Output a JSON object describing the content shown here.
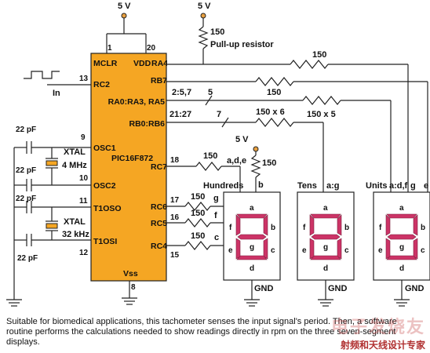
{
  "supply": {
    "v1": "5 V",
    "v2": "5 V",
    "v3": "5 V"
  },
  "chip": {
    "name": "PIC16F872",
    "pins_left": [
      "MCLR",
      "RC2",
      "OSC1",
      "OSC2",
      "T1OSO",
      "T1OSI"
    ],
    "pins_right": [
      "VDD",
      "RA4",
      "RB7",
      "RA0:RA3, RA5",
      "RB0:RB6",
      "RC7",
      "RC6",
      "RC5",
      "RC4"
    ],
    "vss": "Vss",
    "pin_numbers": [
      "1",
      "20",
      "13",
      "9",
      "10",
      "11",
      "12",
      "18",
      "17",
      "16",
      "15",
      "8"
    ]
  },
  "labels": {
    "in": "In",
    "pullup_value": "150",
    "pullup_name": "Pull-up resistor",
    "xtal1": "XTAL",
    "xtal1_freq": "4 MHz",
    "xtal2": "XTAL",
    "xtal2_freq": "32 kHz",
    "cap": "22 pF",
    "r_ra4": "150",
    "r_rb7": "150",
    "bus_ra": "2:5,7",
    "bus_ra_n": "5",
    "r_ra_bus": "150 x 5",
    "bus_rb": "21:27",
    "bus_rb_n": "7",
    "r_rb_bus": "150 x 6",
    "r_rc7": "150",
    "rc7_segs": "a,d,e",
    "r_b": "150",
    "seg_b": "b",
    "r_rc6": "150",
    "seg_g": "g",
    "r_rc5": "150",
    "seg_f": "f",
    "r_rc4": "150",
    "seg_c": "c",
    "tens_bus": "a:g",
    "units_bus": "a:d,f",
    "units_g": "g",
    "units_e": "e",
    "gnd": "GND"
  },
  "displays": [
    {
      "title": "Hundreds",
      "segments": [
        "a",
        "b",
        "c",
        "d",
        "e",
        "f",
        "g"
      ]
    },
    {
      "title": "Tens",
      "segments": [
        "a",
        "b",
        "c",
        "d",
        "e",
        "f",
        "g"
      ]
    },
    {
      "title": "Units",
      "segments": [
        "a",
        "b",
        "c",
        "d",
        "e",
        "f",
        "g"
      ]
    }
  ],
  "colors": {
    "chip": "#f5a623",
    "segment": "#cc3366"
  },
  "caption": "Suitable for biomedical applications, this tachometer senses the input signal's period. Then, a software routine performs the calculations needed to show readings directly in rpm on the three seven-segment displays.",
  "watermark": {
    "big": "电子发烧友",
    "small": "射频和天线设计专家"
  }
}
